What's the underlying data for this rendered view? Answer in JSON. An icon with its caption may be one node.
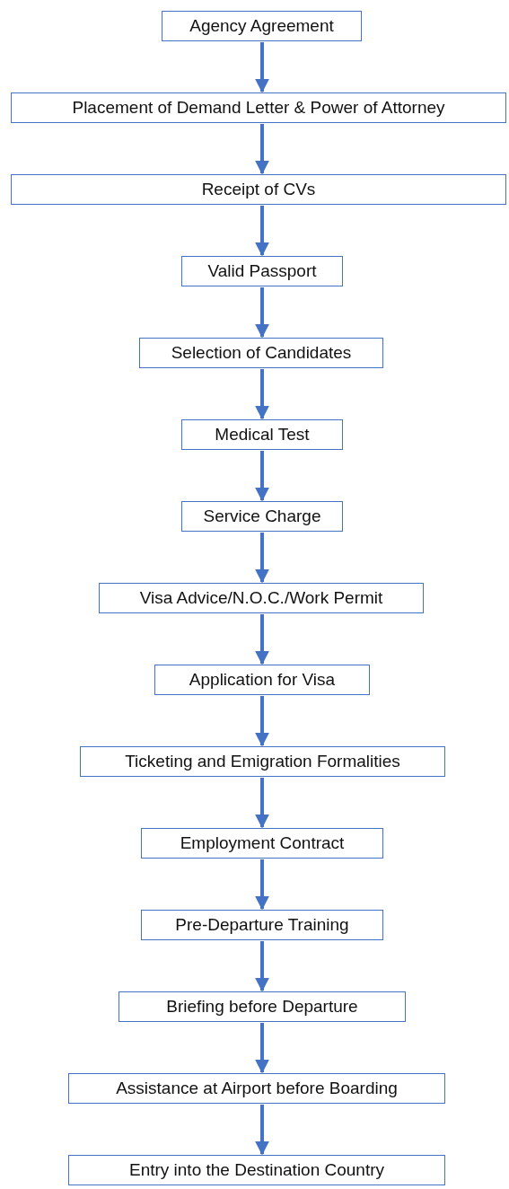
{
  "diagram": {
    "nodes": [
      {
        "text": [
          "Agency Agreement"
        ]
      },
      {
        "text": [
          "Placement of Demand Letter &  Power of Attorney"
        ]
      },
      {
        "text": [
          "Receipt of CVs"
        ]
      },
      {
        "text": [
          "Valid Passport"
        ]
      },
      {
        "text": [
          "Selection of Candidates"
        ]
      },
      {
        "text": [
          "Medical Test"
        ]
      },
      {
        "text": [
          "Service Charge"
        ]
      },
      {
        "text": [
          "Visa Advice/N.O.C./Work Permit"
        ]
      },
      {
        "text": [
          "Application for Visa"
        ]
      },
      {
        "text": [
          "Ticketing and Emigration Formalities"
        ]
      },
      {
        "text": [
          "Employment Contract"
        ]
      },
      {
        "text": [
          "Pre-Departure Training"
        ]
      },
      {
        "text": [
          "Briefing before Departure"
        ]
      },
      {
        "text": [
          "Assistance at Airport before Boarding"
        ]
      },
      {
        "text": [
          "Entry into the Destination Country"
        ]
      }
    ],
    "edges": [
      {
        "from": 0,
        "to": 1,
        "arrow": "to"
      },
      {
        "from": 1,
        "to": 2,
        "arrow": "to"
      },
      {
        "from": 2,
        "to": 3,
        "arrow": "to"
      },
      {
        "from": 3,
        "to": 4,
        "arrow": "to"
      },
      {
        "from": 4,
        "to": 5,
        "arrow": "to"
      },
      {
        "from": 5,
        "to": 6,
        "arrow": "to"
      },
      {
        "from": 6,
        "to": 7,
        "arrow": "to"
      },
      {
        "from": 7,
        "to": 8,
        "arrow": "to"
      },
      {
        "from": 8,
        "to": 9,
        "arrow": "to"
      },
      {
        "from": 9,
        "to": 10,
        "arrow": "to"
      },
      {
        "from": 10,
        "to": 11,
        "arrow": "to"
      },
      {
        "from": 11,
        "to": 12,
        "arrow": "to"
      },
      {
        "from": 12,
        "to": 13,
        "arrow": "to"
      },
      {
        "from": 13,
        "to": 14,
        "arrow": "to"
      }
    ]
  }
}
